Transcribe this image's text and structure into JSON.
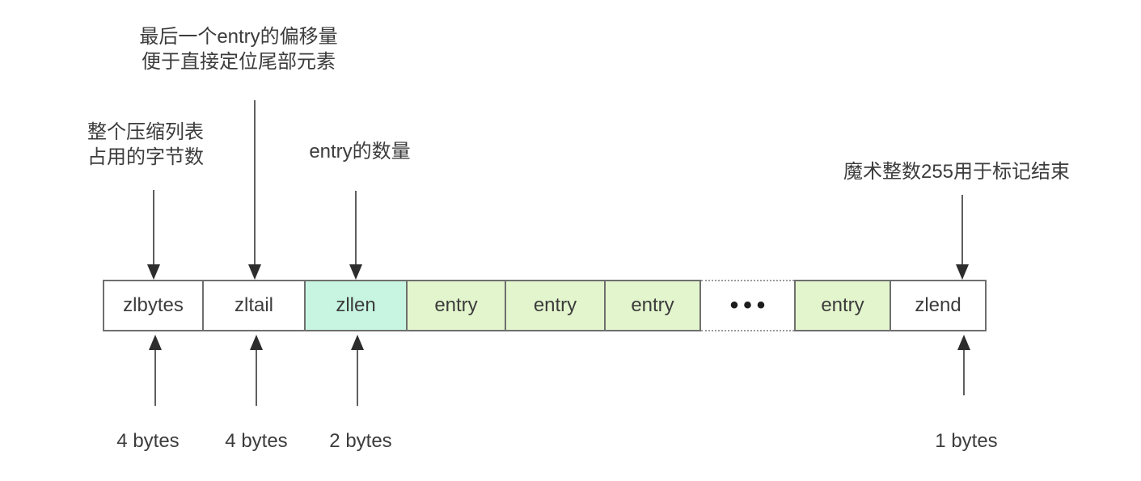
{
  "diagram": {
    "title_context": "Redis ziplist structure",
    "notes_top": [
      {
        "id": "zlbytes",
        "lines": [
          "整个压缩列表",
          "占用的字节数"
        ]
      },
      {
        "id": "zltail",
        "lines": [
          "最后一个entry的偏移量",
          "便于直接定位尾部元素"
        ]
      },
      {
        "id": "zllen",
        "lines": [
          "entry的数量"
        ]
      },
      {
        "id": "zlend",
        "lines": [
          "魔术整数255用于标记结束"
        ]
      }
    ],
    "cells": [
      {
        "label": "zlbytes"
      },
      {
        "label": "zltail"
      },
      {
        "label": "zllen"
      },
      {
        "label": "entry"
      },
      {
        "label": "entry"
      },
      {
        "label": "entry"
      },
      {
        "label": "•••"
      },
      {
        "label": "entry"
      },
      {
        "label": "zlend"
      }
    ],
    "size_labels": [
      "4 bytes",
      "4 bytes",
      "2 bytes",
      "1 bytes"
    ],
    "colors": {
      "box_border": "#6f6f6f",
      "zllen_fill": "#c7f5e1",
      "entry_fill": "#e3f5cd",
      "white_fill": "#ffffff",
      "arrow_line": "#5f5f5f",
      "arrow_head": "#2d2d2d",
      "text": "#3c3c3c",
      "dotted_border": "#9b9b9b"
    }
  }
}
